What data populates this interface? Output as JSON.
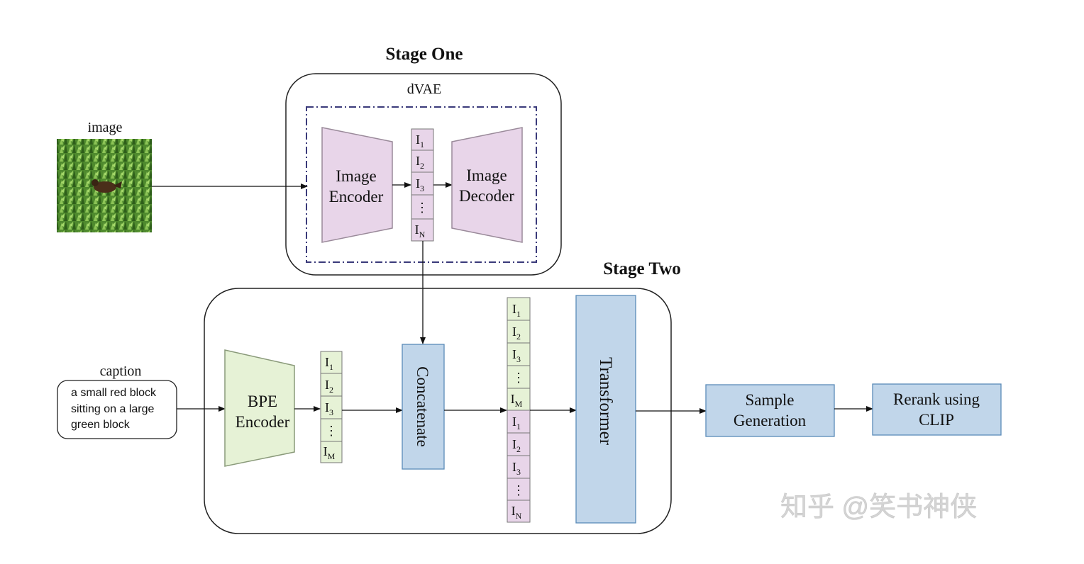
{
  "stage_one": {
    "title": "Stage One",
    "dvae_label": "dVAE",
    "image_label": "image",
    "encoder_lines": [
      "Image",
      "Encoder"
    ],
    "decoder_lines": [
      "Image",
      "Decoder"
    ],
    "tokens": [
      "I",
      "I",
      "I",
      "⋮",
      "I"
    ],
    "token_subs": [
      "1",
      "2",
      "3",
      "",
      "N"
    ]
  },
  "stage_two": {
    "title": "Stage Two",
    "caption_label": "caption",
    "caption_lines": [
      "a small red block",
      "sitting on a large",
      "green block"
    ],
    "bpe_lines": [
      "BPE",
      "Encoder"
    ],
    "text_tokens": [
      "I",
      "I",
      "I",
      "⋮",
      "I"
    ],
    "text_token_subs": [
      "1",
      "2",
      "3",
      "",
      "M"
    ],
    "concatenate": "Concatenate",
    "concat_text_tokens": [
      "I",
      "I",
      "I",
      "⋮",
      "I"
    ],
    "concat_text_subs": [
      "1",
      "2",
      "3",
      "",
      "M"
    ],
    "concat_image_tokens": [
      "I",
      "I",
      "I",
      "⋮",
      "I"
    ],
    "concat_image_subs": [
      "1",
      "2",
      "3",
      "",
      "N"
    ],
    "transformer": "Transformer",
    "sample_lines": [
      "Sample",
      "Generation"
    ],
    "rerank_lines": [
      "Rerank using",
      "CLIP"
    ]
  },
  "watermark": "知乎 @笑书神侠",
  "colors": {
    "encoder_fill": "#e8d5e9",
    "encoder_stroke": "#9a8a9a",
    "bpe_fill": "#e6f2d6",
    "bpe_stroke": "#8a9a7a",
    "blue_fill": "#c1d6ea",
    "blue_stroke": "#5b8bb8",
    "dash_border": "#3a3a7a"
  }
}
